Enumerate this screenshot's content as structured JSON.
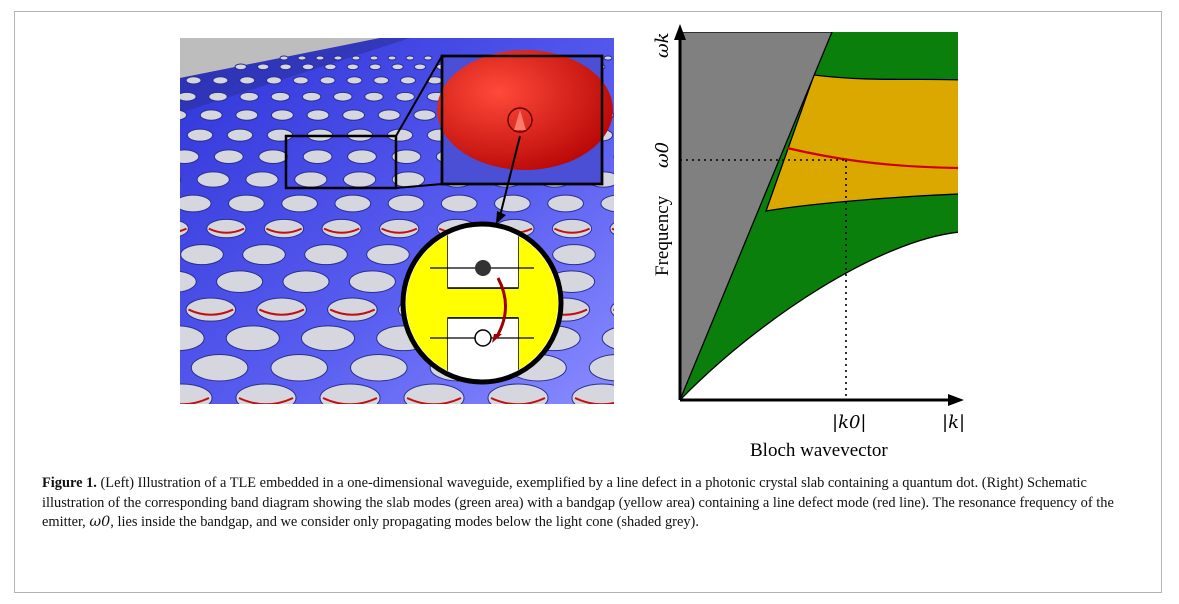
{
  "figure": {
    "caption_label": "Figure 1.",
    "caption_text_a": " (Left) Illustration of a TLE embedded in a one-dimensional waveguide, exemplified by a line defect in a photonic crystal slab containing a quantum dot. (Right) Schematic illustration of the corresponding band diagram showing the slab modes (green area) with a bandgap (yellow area) containing a line defect mode (red line). The resonance frequency of the emitter, ",
    "caption_math": "ω0",
    "caption_text_b": ", lies inside the bandgap, and we consider only propagating modes below the light cone (shaded grey)."
  },
  "left_panel": {
    "slab_color": "#5a5ef0",
    "defect_color": "#e01010",
    "bandgap_material_color": "#ffff00",
    "icon": "quantum-dot-inset-icon"
  },
  "band_diagram": {
    "y_axis_label": "Frequency",
    "x_axis_label": "Bloch wavevector",
    "y_top_label": "ωk",
    "y_mark_label": "ω0",
    "x_mark_label": "|k0|",
    "x_end_label": "|k|",
    "colors": {
      "light_cone": "#808080",
      "slab_modes": "#0b7f0b",
      "bandgap": "#dba800",
      "defect_mode": "#cc0000"
    }
  }
}
